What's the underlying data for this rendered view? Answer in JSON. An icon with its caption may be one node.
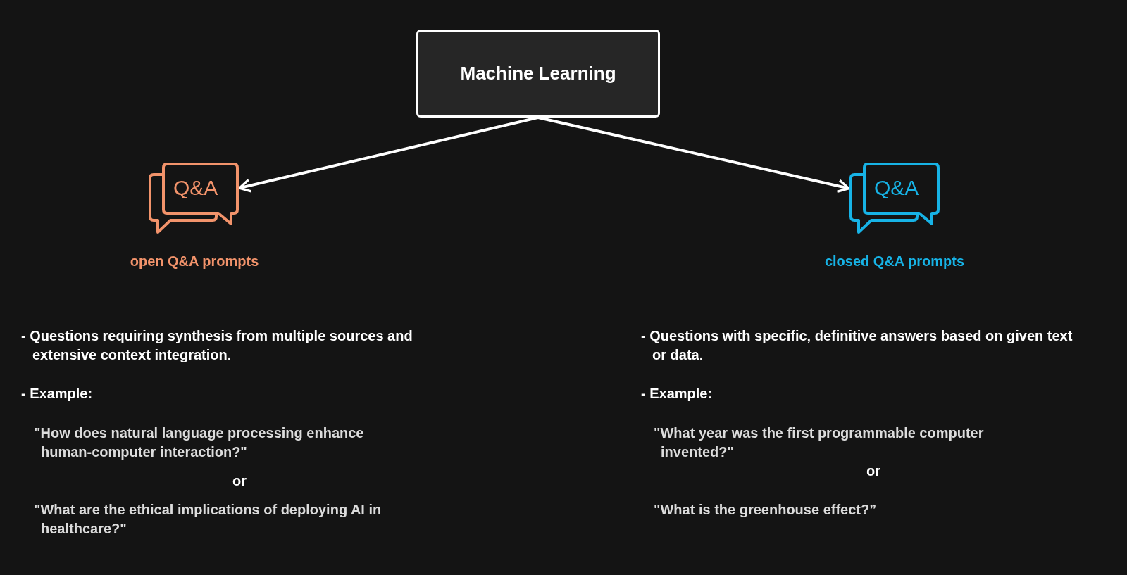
{
  "diagram": {
    "nodes": [
      {
        "text": [
          "Machine Learning"
        ]
      },
      {
        "text": [
          "Q&A"
        ],
        "beside": [
          "open Q&A prompts"
        ]
      },
      {
        "text": [
          "Q&A"
        ],
        "beside": [
          "closed Q&A prompts"
        ]
      }
    ],
    "edges": [
      {
        "from": 0,
        "to": 1,
        "arrow": "to"
      },
      {
        "from": 0,
        "to": 2,
        "arrow": "to"
      }
    ],
    "labels": [
      "- Questions requiring synthesis from multiple sources and extensive context integration.",
      "- Example:",
      "\"How does natural language processing enhance human-computer interaction?\"",
      "or",
      "\"What are the ethical implications of deploying AI in healthcare?\"",
      "- Questions with specific, definitive answers based on given text or data.",
      "- Example:",
      "\"What year was the first programmable computer invented?\"",
      "or",
      "\"What is the greenhouse effect?”"
    ]
  }
}
